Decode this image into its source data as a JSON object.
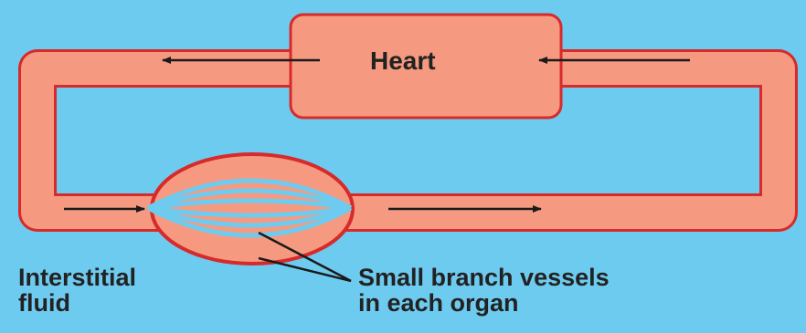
{
  "diagram": {
    "labels": {
      "heart": "Heart",
      "interstitial_line1": "Interstitial",
      "interstitial_line2": "fluid",
      "branch_line1": "Small branch vessels",
      "branch_line2": "in each organ"
    },
    "colors": {
      "background": "#6ecbf0",
      "vessel_fill": "#f59a80",
      "vessel_outline": "#d72a2a",
      "arrow": "#1a1a1a",
      "text": "#222222"
    }
  }
}
